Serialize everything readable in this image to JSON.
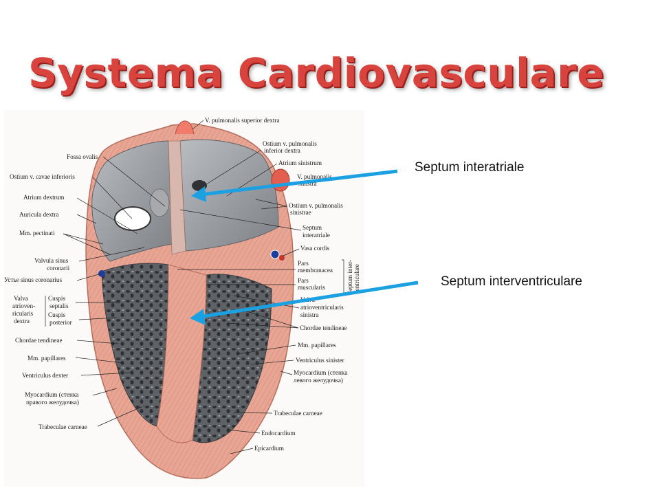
{
  "title": "Systema Cardiovasculare",
  "callouts": {
    "interatriale": "Septum interatriale",
    "interventriculare": "Septum interventriculare"
  },
  "colors": {
    "title": "#d9433d",
    "arrow": "#1ba1e2",
    "myocardium": "#e7a28f",
    "chamber": "#8f9296"
  },
  "labels": {
    "v_pulm_sup_dextra": "V. pulmonalis superior dextra",
    "fossa_ovalis": "Fossa ovalis",
    "ostium_v_cavae_inf": "Ostium v. cavae inferioris",
    "atrium_dextrum": "Atrium dextrum",
    "auricula_dextra": "Auricula dextra",
    "mm_pectinati": "Mm. pectinati",
    "valvula_sinus_1": "Valvula sinus",
    "valvula_sinus_2": "coronarii",
    "ustye_sinus": "Устье sinus coronarius",
    "valva_1": "Valva",
    "valva_2": "atrioven-",
    "valva_3": "ricularis",
    "valva_4": "dextra",
    "cuspis_septalis_1": "Cuspis",
    "cuspis_septalis_2": "septalis",
    "cuspis_posterior_1": "Cuspis",
    "cuspis_posterior_2": "posterior",
    "chordae_left": "Chordae tendineae",
    "mm_papillares_left": "Mm. papillares",
    "ventriculus_dexter": "Ventriculus dexter",
    "myocardium_right_1": "Myocardium (стенка",
    "myocardium_right_2": "правого желудочка)",
    "trabeculae_left": "Trabeculae carneae",
    "ostium_pulm_inf_1": "Ostium v. pulmonalis",
    "ostium_pulm_inf_2": "inferior dextra",
    "atrium_sinistrum": "Atrium sinistrum",
    "v_pulm_sin_1": "V. pulmonalis",
    "v_pulm_sin_2": "sinistra",
    "ostium_pulm_sin_1": "Ostium v. pulmonalis",
    "ostium_pulm_sin_2": "sinistrae",
    "septum_interatriale_1": "Septum",
    "septum_interatriale_2": "interatriale",
    "vasa_cordis": "Vasa cordis",
    "pars_membr_1": "Pars",
    "pars_membr_2": "membranacea",
    "pars_musc_1": "Pars",
    "pars_musc_2": "muscularis",
    "septum_intervent_vert": "Septum inter-",
    "septum_intervent_vert2": "ventriculare",
    "valva_sin_1": "Valva",
    "valva_sin_2": "atrioventricularis",
    "valva_sin_3": "sinistra",
    "chordae_right": "Chordae tendineae",
    "mm_papillares_right": "Mm. papillares",
    "ventriculus_sinister": "Ventriculus sinister",
    "myocardium_left_1": "Myocardium (стенка",
    "myocardium_left_2": "левого желудочка)",
    "trabeculae_right": "Trabeculae carneae",
    "endocardium": "Endocardium",
    "epicardium": "Epicardium"
  }
}
